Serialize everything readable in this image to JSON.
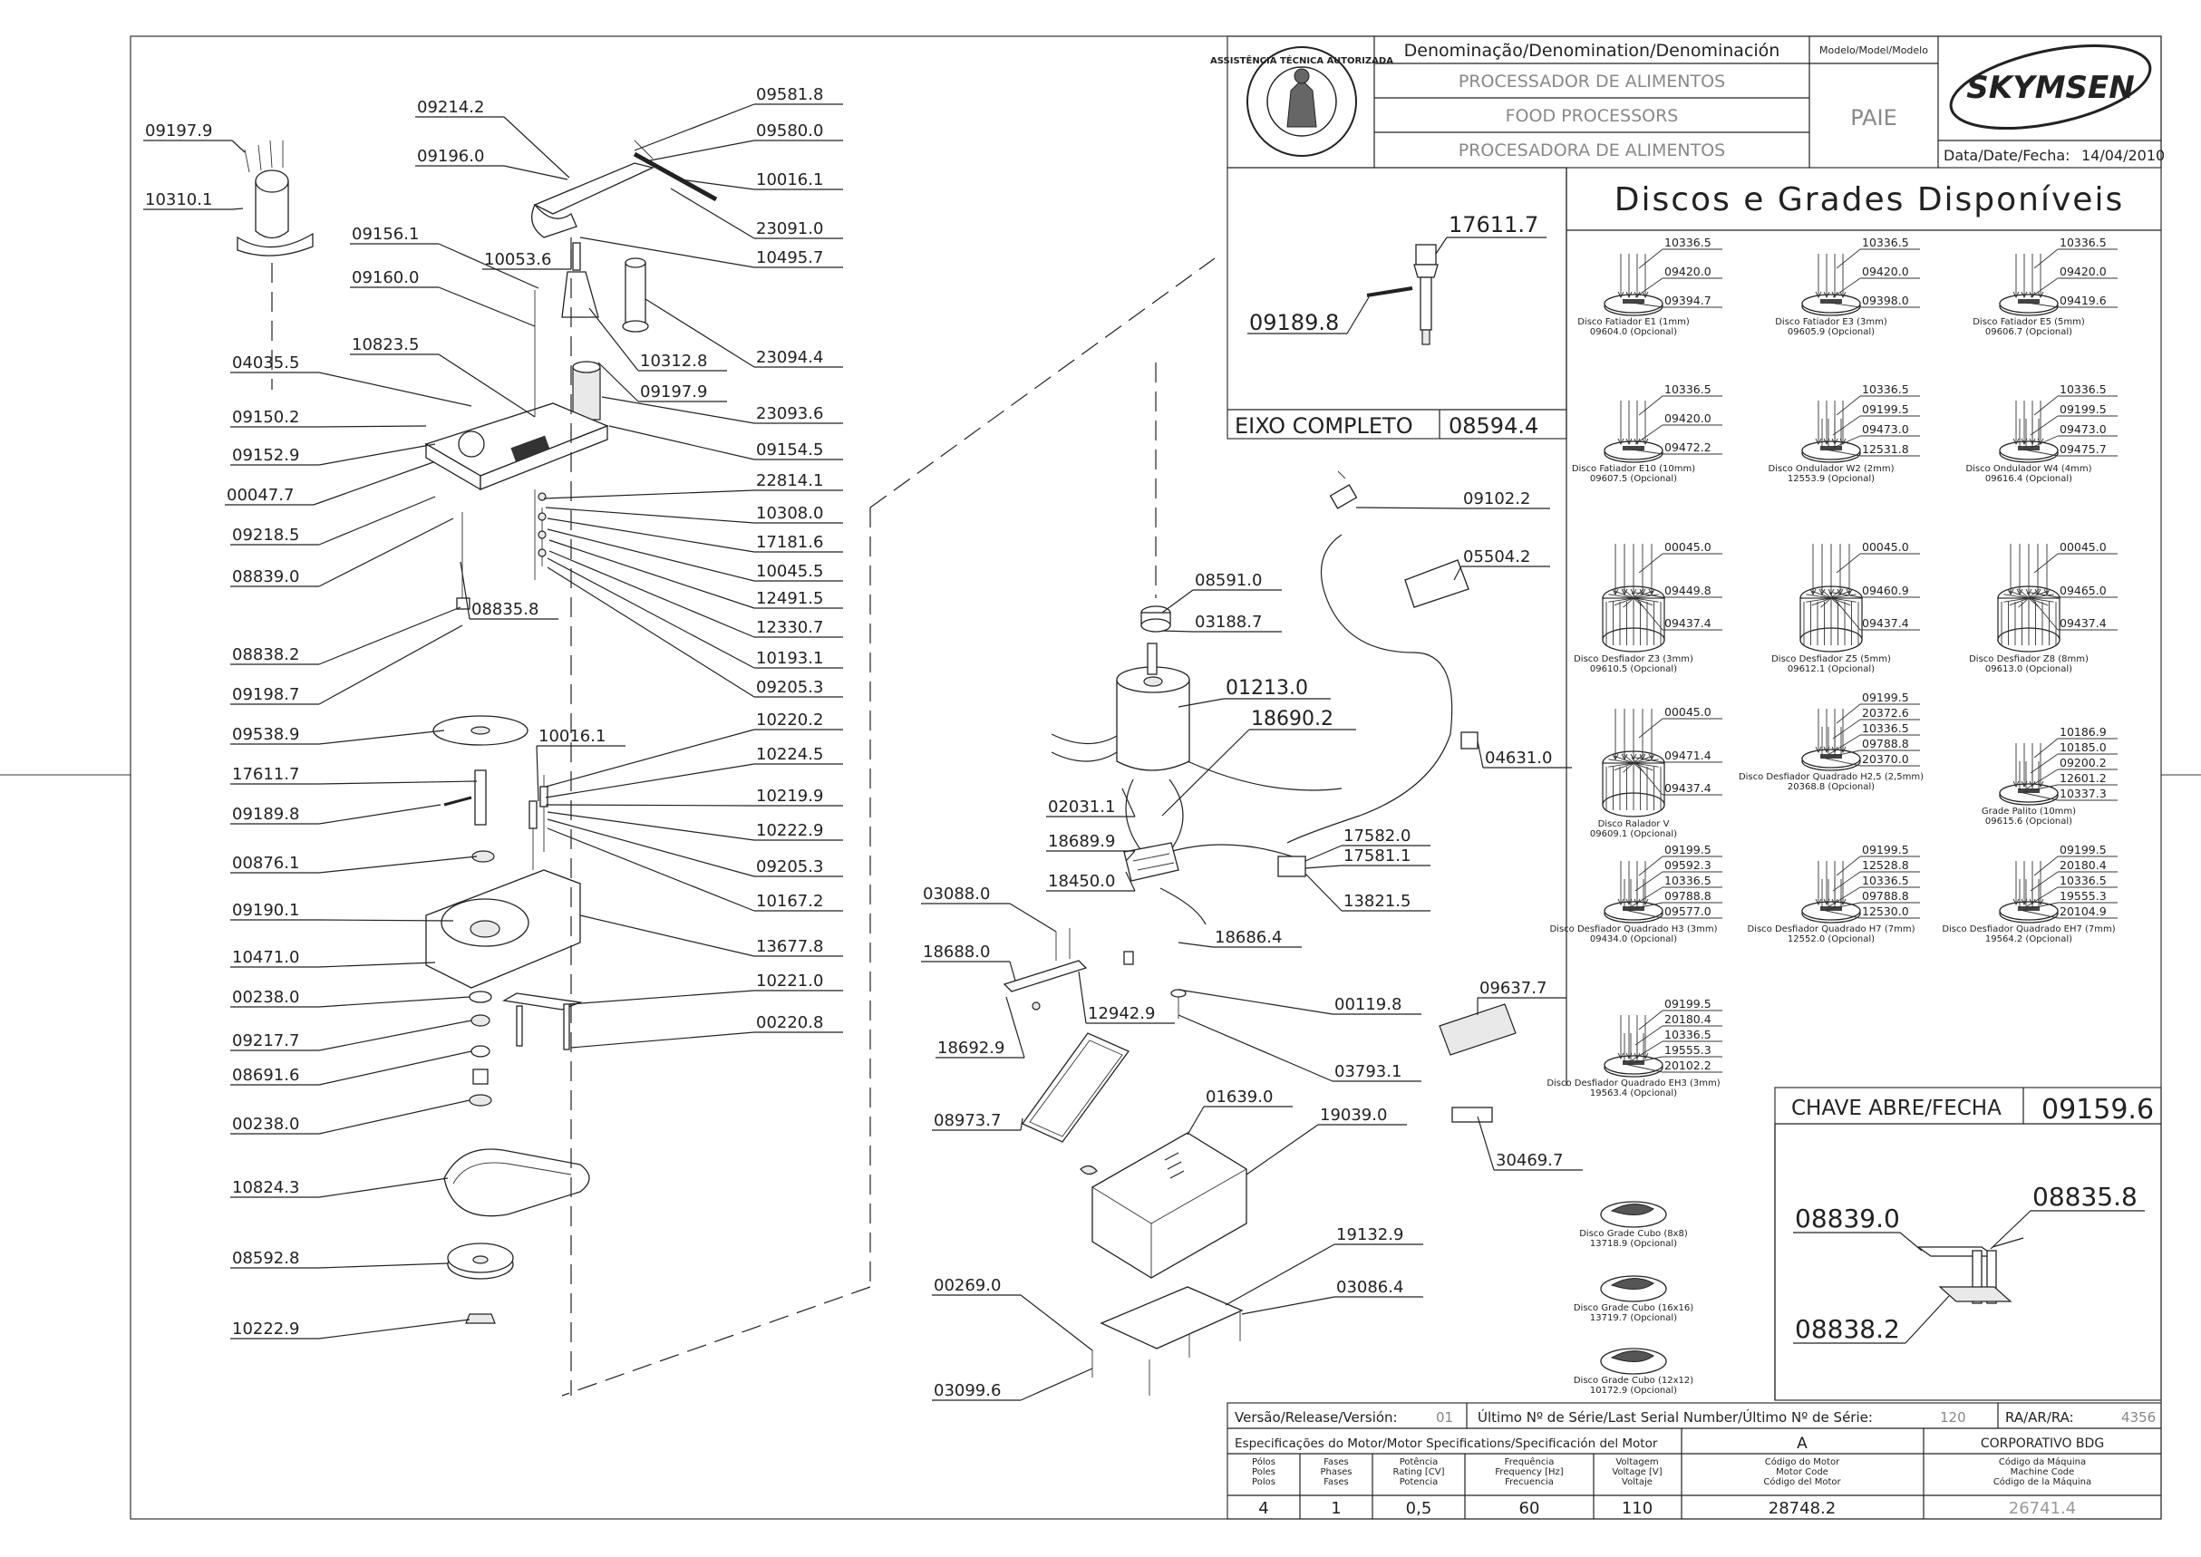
{
  "header": {
    "denomination_label": "Denominação/Denomination/Denominación",
    "model_label": "Modelo/Model/Modelo",
    "name_pt": "PROCESSADOR DE ALIMENTOS",
    "name_en": "FOOD PROCESSORS",
    "name_es": "PROCESADORA DE ALIMENTOS",
    "model": "PAIE",
    "brand": "SKYMSEN",
    "date_label": "Data/Date/Fecha:",
    "date": "14/04/2010",
    "seal_text": "ASSISTÊNCIA TÉCNICA AUTORIZADA"
  },
  "eixo": {
    "title": "EIXO COMPLETO",
    "code": "08594.4",
    "labels": [
      "17611.7",
      "09189.8"
    ]
  },
  "discs_title": "Discos e Grades Disponíveis",
  "discs": [
    {
      "parts": [
        "10336.5",
        "09420.0",
        "09394.7"
      ],
      "name": "Disco Fatiador E1 (1mm)",
      "code": "09604.0 (Opcional)"
    },
    {
      "parts": [
        "10336.5",
        "09420.0",
        "09398.0"
      ],
      "name": "Disco Fatiador E3 (3mm)",
      "code": "09605.9 (Opcional)"
    },
    {
      "parts": [
        "10336.5",
        "09420.0",
        "09419.6"
      ],
      "name": "Disco Fatiador E5 (5mm)",
      "code": "09606.7 (Opcional)"
    },
    {
      "parts": [
        "10336.5",
        "09420.0",
        "09472.2"
      ],
      "name": "Disco Fatiador E10 (10mm)",
      "code": "09607.5 (Opcional)"
    },
    {
      "parts": [
        "10336.5",
        "09199.5",
        "09473.0",
        "12531.8"
      ],
      "name": "Disco Ondulador W2 (2mm)",
      "code": "12553.9 (Opcional)"
    },
    {
      "parts": [
        "10336.5",
        "09199.5",
        "09473.0",
        "09475.7"
      ],
      "name": "Disco Ondulador W4 (4mm)",
      "code": "09616.4 (Opcional)"
    },
    {
      "parts": [
        "00045.0",
        "09449.8",
        "09437.4"
      ],
      "name": "Disco Desfiador Z3 (3mm)",
      "code": "09610.5 (Opcional)"
    },
    {
      "parts": [
        "00045.0",
        "09460.9",
        "09437.4"
      ],
      "name": "Disco Desfiador Z5 (5mm)",
      "code": "09612.1 (Opcional)"
    },
    {
      "parts": [
        "00045.0",
        "09465.0",
        "09437.4"
      ],
      "name": "Disco Desfiador Z8 (8mm)",
      "code": "09613.0 (Opcional)"
    },
    {
      "parts": [
        "00045.0",
        "09471.4",
        "09437.4"
      ],
      "name": "Disco Ralador V",
      "code": "09609.1 (Opcional)"
    },
    {
      "parts": [
        "09199.5",
        "20372.6",
        "10336.5",
        "09788.8",
        "20370.0"
      ],
      "name": "Disco Desfiador Quadrado H2,5 (2,5mm)",
      "code": "20368.8 (Opcional)"
    },
    {
      "parts": [
        "10186.9",
        "10185.0",
        "09200.2",
        "12601.2",
        "10337.3"
      ],
      "name": "Grade Palito (10mm)",
      "code": "09615.6 (Opcional)"
    },
    {
      "parts": [
        "09199.5",
        "09592.3",
        "10336.5",
        "09788.8",
        "09577.0"
      ],
      "name": "Disco Desfiador Quadrado H3 (3mm)",
      "code": "09434.0 (Opcional)"
    },
    {
      "parts": [
        "09199.5",
        "12528.8",
        "10336.5",
        "09788.8",
        "12530.0"
      ],
      "name": "Disco Desfiador Quadrado H7 (7mm)",
      "code": "12552.0 (Opcional)"
    },
    {
      "parts": [
        "09199.5",
        "20180.4",
        "10336.5",
        "19555.3",
        "20104.9"
      ],
      "name": "Disco Desfiador Quadrado EH7 (7mm)",
      "code": "19564.2 (Opcional)"
    },
    {
      "parts": [
        "09199.5",
        "20180.4",
        "10336.5",
        "19555.3",
        "20102.2"
      ],
      "name": "Disco Desfiador Quadrado EH3 (3mm)",
      "code": "19563.4 (Opcional)"
    },
    {
      "parts": [],
      "name": "Disco Grade Cubo (8x8)",
      "code": "13718.9 (Opcional)"
    },
    {
      "parts": [],
      "name": "Disco Grade Cubo (16x16)",
      "code": "13719.7 (Opcional)"
    },
    {
      "parts": [],
      "name": "Disco Grade Cubo (12x12)",
      "code": "10172.9 (Opcional)"
    }
  ],
  "chave": {
    "title": "CHAVE ABRE/FECHA",
    "code": "09159.6",
    "labels": [
      "08839.0",
      "08835.8",
      "08838.2"
    ]
  },
  "footer": {
    "version_label": "Versão/Release/Versión:",
    "version": "01",
    "serial_label": "Último Nº de Série/Last Serial Number/Último Nº de Série:",
    "serial": "120",
    "ra_label": "RA/AR/RA:",
    "ra": "4356",
    "motor_spec_label": "Especificações do Motor/Motor Specifications/Specificación del Motor",
    "motor_letter": "A",
    "corporate": "CORPORATIVO BDG",
    "col_headers": [
      "Pólos\nPoles\nPolos",
      "Fases\nPhases\nFases",
      "Potência\nRating [CV]\nPotencia",
      "Frequência\nFrequency [Hz]\nFrecuencia",
      "Voltagem\nVoltage [V]\nVoltaje",
      "Código do Motor\nMotor Code\nCódigo del Motor",
      "Código da Máquina\nMachine Code\nCódigo de la Máquina"
    ],
    "values": [
      "4",
      "1",
      "0,5",
      "60",
      "110",
      "28748.2",
      "26741.4"
    ]
  },
  "left_labels": [
    "09197.9",
    "10310.1",
    "09214.2",
    "09196.0",
    "09581.8",
    "09580.0",
    "10016.1",
    "23091.0",
    "10495.7",
    "10053.6",
    "09156.1",
    "09160.0",
    "23094.4",
    "10312.8",
    "09197.9",
    "10823.5",
    "04035.5",
    "09150.2",
    "09152.9",
    "00047.7",
    "09218.5",
    "08839.0",
    "08835.8",
    "08838.2",
    "09198.7",
    "23093.6",
    "09154.5",
    "22814.1",
    "10308.0",
    "17181.6",
    "10045.5",
    "12491.5",
    "12330.7",
    "10193.1",
    "09205.3",
    "09538.9",
    "10016.1",
    "17611.7",
    "09189.8",
    "00876.1",
    "09190.1",
    "10471.0",
    "00238.0",
    "09217.7",
    "08691.6",
    "00238.0",
    "10824.3",
    "08592.8",
    "10222.9",
    "10220.2",
    "10224.5",
    "10219.9",
    "10222.9",
    "09205.3",
    "10167.2",
    "13677.8",
    "10221.0",
    "00220.8"
  ],
  "center_labels": [
    "08591.0",
    "03188.7",
    "01213.0",
    "18690.2",
    "02031.1",
    "18689.9",
    "18450.0",
    "03088.0",
    "18688.0",
    "12942.9",
    "18692.9",
    "18686.4",
    "00119.8",
    "03793.1",
    "08973.7",
    "01639.0",
    "19039.0",
    "19132.9",
    "00269.0",
    "03086.4",
    "03099.6",
    "09102.2",
    "05504.2",
    "04631.0",
    "17582.0",
    "17581.1",
    "13821.5",
    "09637.7",
    "30469.7"
  ]
}
